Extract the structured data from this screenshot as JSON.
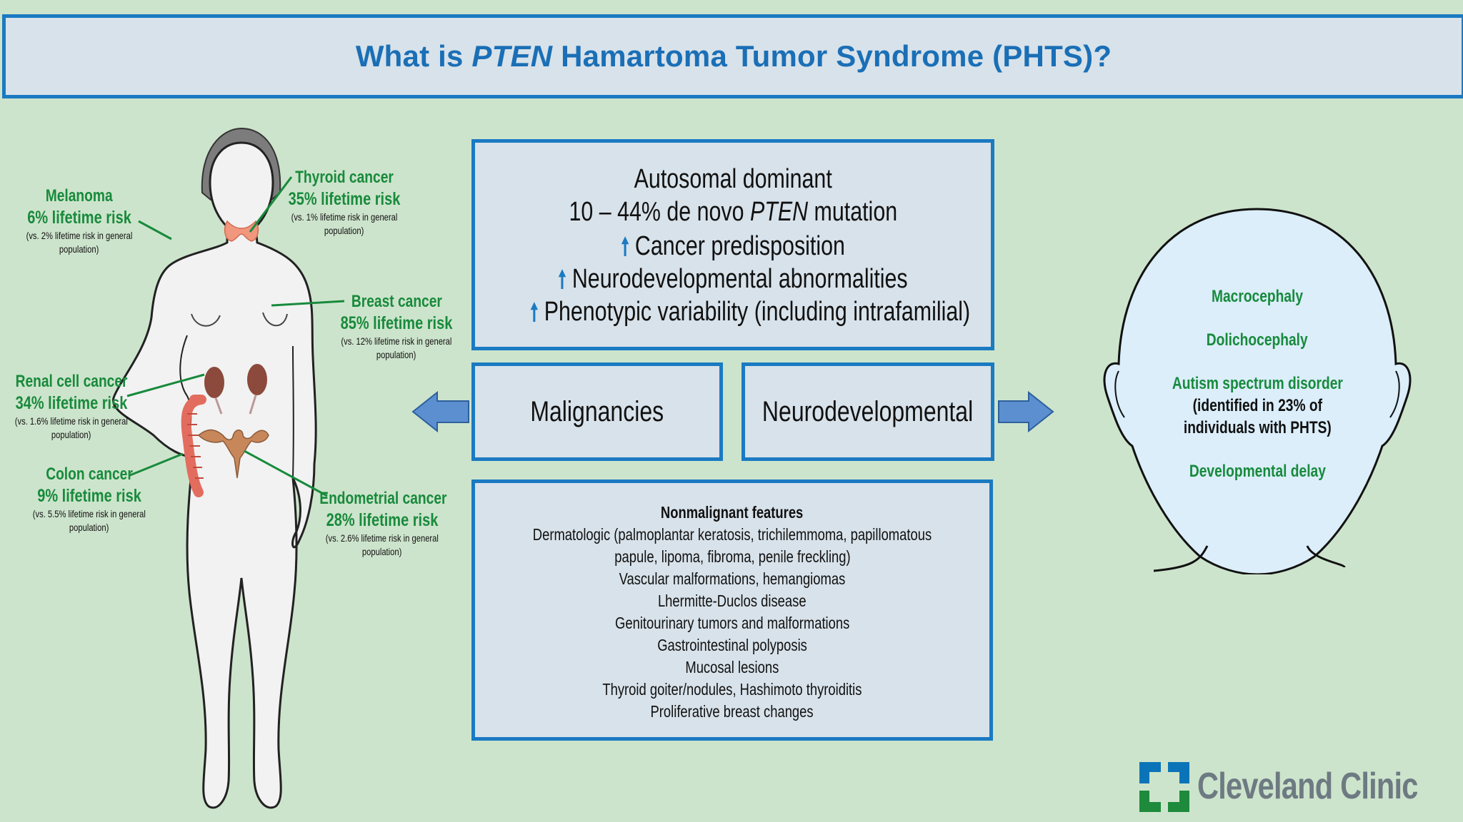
{
  "title": {
    "prefix": "What is ",
    "gene": "PTEN",
    "suffix": " Hamartoma Tumor Syndrome (PHTS)?"
  },
  "main_box": {
    "line1": "Autosomal dominant",
    "line2_prefix": "10 – 44% de novo ",
    "line2_gene": "PTEN",
    "line2_suffix": " mutation",
    "items": [
      "Cancer predisposition",
      "Neurodevelopmental abnormalities",
      "Phenotypic variability (including intrafamilial)"
    ],
    "arrow_glyph": "🠕"
  },
  "malignancies_label": "Malignancies",
  "neurodevelopmental_label": "Neurodevelopmental",
  "nonmalignant": {
    "header": "Nonmalignant features",
    "lines": [
      "Dermatologic (palmoplantar keratosis, trichilemmoma, papillomatous",
      "papule, lipoma, fibroma, penile freckling)",
      "Vascular malformations, hemangiomas",
      "Lhermitte-Duclos disease",
      "Genitourinary tumors and malformations",
      "Gastrointestinal polyposis",
      "Mucosal lesions",
      "Thyroid goiter/nodules, Hashimoto thyroiditis",
      "Proliferative breast changes"
    ]
  },
  "cancers": {
    "melanoma": {
      "name": "Melanoma",
      "risk": "6% lifetime risk",
      "note1": "(vs. 2% lifetime risk in general",
      "note2": "population)"
    },
    "thyroid": {
      "name": "Thyroid cancer",
      "risk": "35% lifetime risk",
      "note1": "(vs. 1% lifetime risk in general",
      "note2": "population)"
    },
    "breast": {
      "name": "Breast cancer",
      "risk": "85% lifetime risk",
      "note1": "(vs. 12% lifetime risk in general",
      "note2": "population)"
    },
    "renal": {
      "name": "Renal cell cancer",
      "risk": "34% lifetime risk",
      "note1": "(vs. 1.6% lifetime risk in general",
      "note2": "population)"
    },
    "colon": {
      "name": "Colon cancer",
      "risk": "9% lifetime risk",
      "note1": "(vs. 5.5% lifetime risk in general",
      "note2": "population)"
    },
    "endometrial": {
      "name": "Endometrial cancer",
      "risk": "28% lifetime risk",
      "note1": "(vs. 2.6% lifetime risk in general",
      "note2": "population)"
    }
  },
  "head_features": {
    "macrocephaly": "Macrocephaly",
    "dolichocephaly": "Dolichocephaly",
    "autism": "Autism spectrum disorder",
    "autism_note1": "(identified in 23% of",
    "autism_note2": "individuals with PHTS)",
    "delay": "Developmental delay"
  },
  "logo_text": "Cleveland Clinic",
  "colors": {
    "accent_blue": "#1a7ac2",
    "title_blue": "#1a6fb6",
    "risk_green": "#188a3c",
    "background": "#cde4cc",
    "box_fill": "#d8e2ea",
    "head_fill": "#dbeefa"
  }
}
